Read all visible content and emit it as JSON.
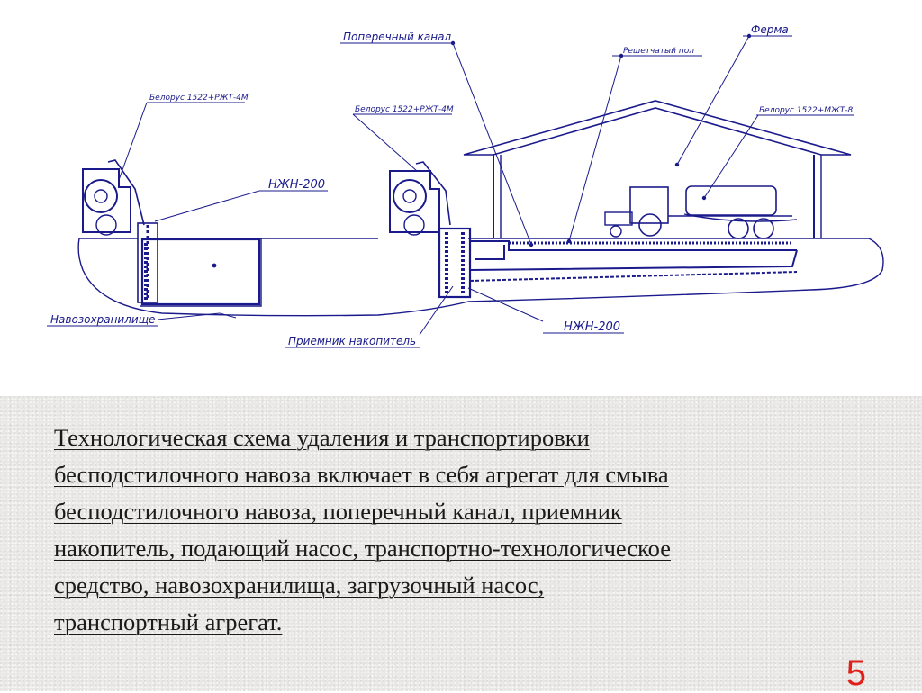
{
  "diagram": {
    "labels": {
      "cross_channel": "Поперечный канал",
      "slatted_floor": "Решетчатый пол",
      "farm": "Ферма",
      "tractor_left": "Белорус 1522+РЖТ-4М",
      "tractor_mid": "Белорус 1522+РЖТ-4М",
      "tractor_right": "Белорус 1522+МЖТ-8",
      "pump_top": "НЖН-200",
      "pump_bottom": "НЖН-200",
      "storage": "Навозохранилище",
      "receiver": "Приемник накопитель"
    }
  },
  "description": {
    "lines": [
      "Технологическая схема удаления и транспортировки",
      " бесподстилочного навоза включает в себя агрегат для смыва",
      " бесподстилочного навоза, поперечный канал, приемник",
      " накопитель, подающий насос, транспортно-технологическое",
      " средство, навозохранилища, загрузочный насос,",
      "транспортный агрегат."
    ]
  },
  "slide_number": "5",
  "colors": {
    "line": "#1a1a8c",
    "slide_number": "#e0201b",
    "panel": "#e9e8e6"
  }
}
